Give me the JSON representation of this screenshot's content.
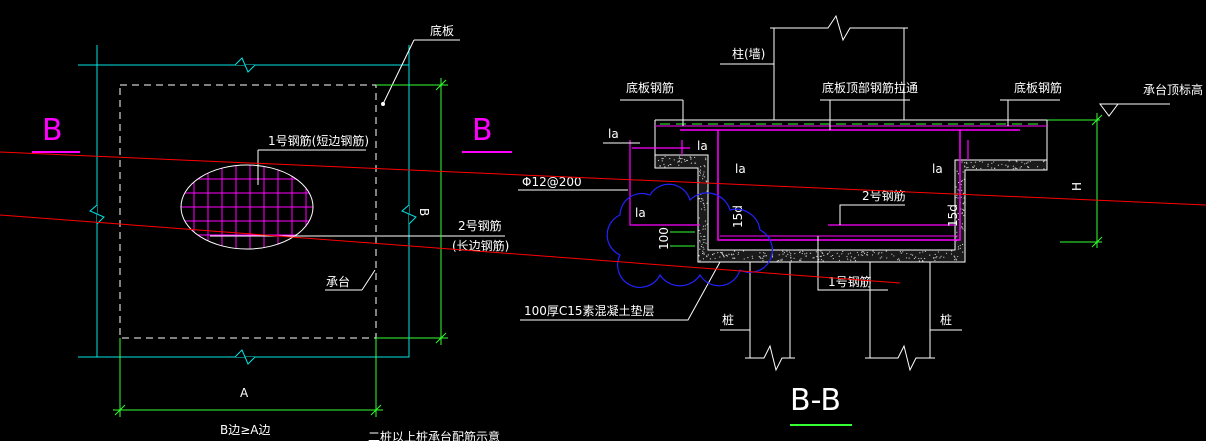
{
  "plan": {
    "slab_label": "底板",
    "rebar1_label": "1号钢筋(短边钢筋)",
    "rebar2_label": "2号钢筋",
    "rebar2_sub": "(长边钢筋)",
    "cap_label": "承台",
    "dim_b": "B",
    "dim_a": "A",
    "note": "B边≥A边",
    "section_mark_left": "B",
    "section_mark_right": "B",
    "bottom_caption": "二桩以上桩承台配筋示意"
  },
  "section": {
    "column_label": "柱(墙)",
    "slab_rebar_left": "底板钢筋",
    "slab_top_rebar": "底板顶部钢筋拉通",
    "slab_rebar_right": "底板钢筋",
    "cap_top_elev": "承台顶标高",
    "la_labels": [
      "la",
      "la",
      "la",
      "la",
      "la"
    ],
    "dist_bar": "Φ12@200",
    "rebar2": "2号钢筋",
    "rebar1": "1号钢筋",
    "d15_left": "15d",
    "d15_right": "15d",
    "dim_100": "100",
    "height": "H",
    "cushion": "100厚C15素混凝土垫层",
    "pile_left": "桩",
    "pile_right": "桩",
    "title": "B-B"
  },
  "colors": {
    "background": "#000000",
    "cyan": "#00e5e5",
    "white": "#ffffff",
    "magenta": "#ff00ff",
    "green": "#33ff33",
    "red": "#ff0000",
    "blue": "#2222ff",
    "yellow": "#ffff00"
  }
}
